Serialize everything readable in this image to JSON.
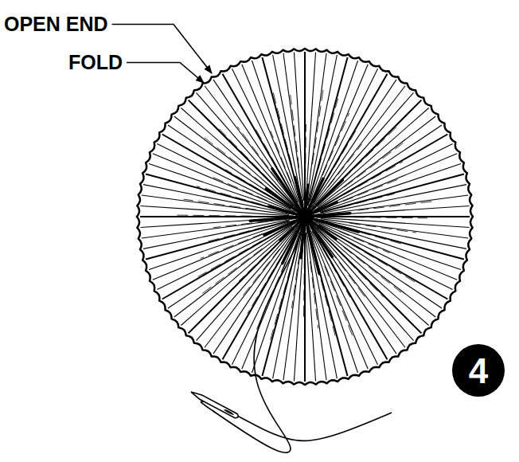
{
  "diagram": {
    "labels": [
      "OPEN END",
      "FOLD",
      "4"
    ]
  }
}
